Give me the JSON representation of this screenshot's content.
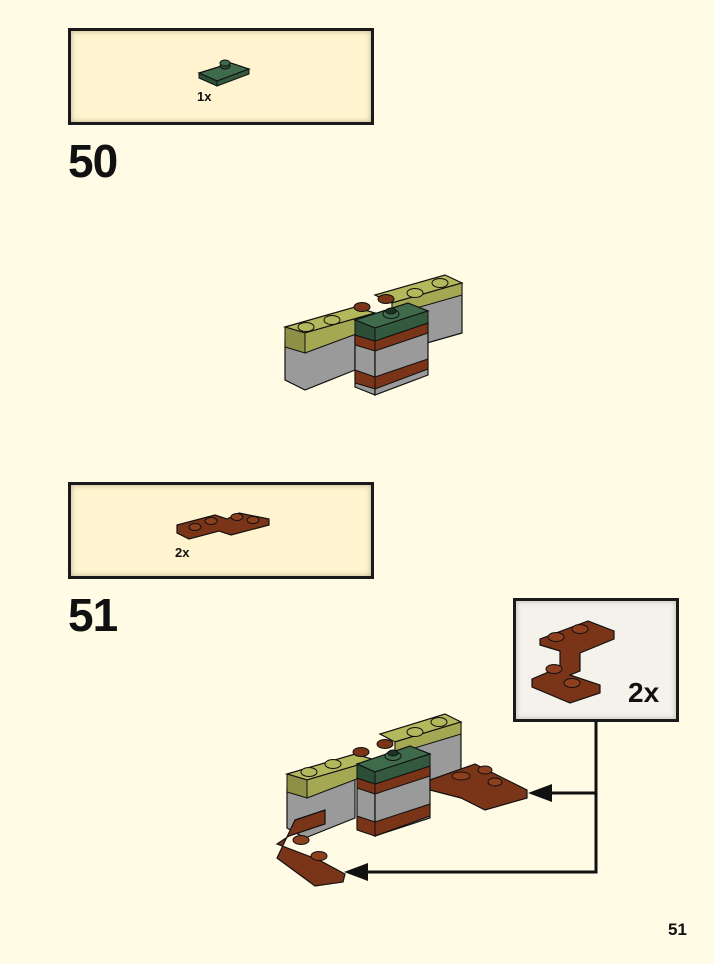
{
  "steps": [
    {
      "number": "50",
      "parts_count": "1x"
    },
    {
      "number": "51",
      "parts_count": "2x",
      "callout_count": "2x"
    }
  ],
  "page_number": "51",
  "colors": {
    "background": "#fffbe5",
    "parts_box": "#fff4cf",
    "dark_green": "#3f6b4c",
    "olive": "#b4b85c",
    "reddish_brown": "#7a3418",
    "gray": "#9a9a9a"
  },
  "icons": [
    "dark-green-plate-icon",
    "reddish-brown-plate-icon",
    "arrow-icon"
  ]
}
